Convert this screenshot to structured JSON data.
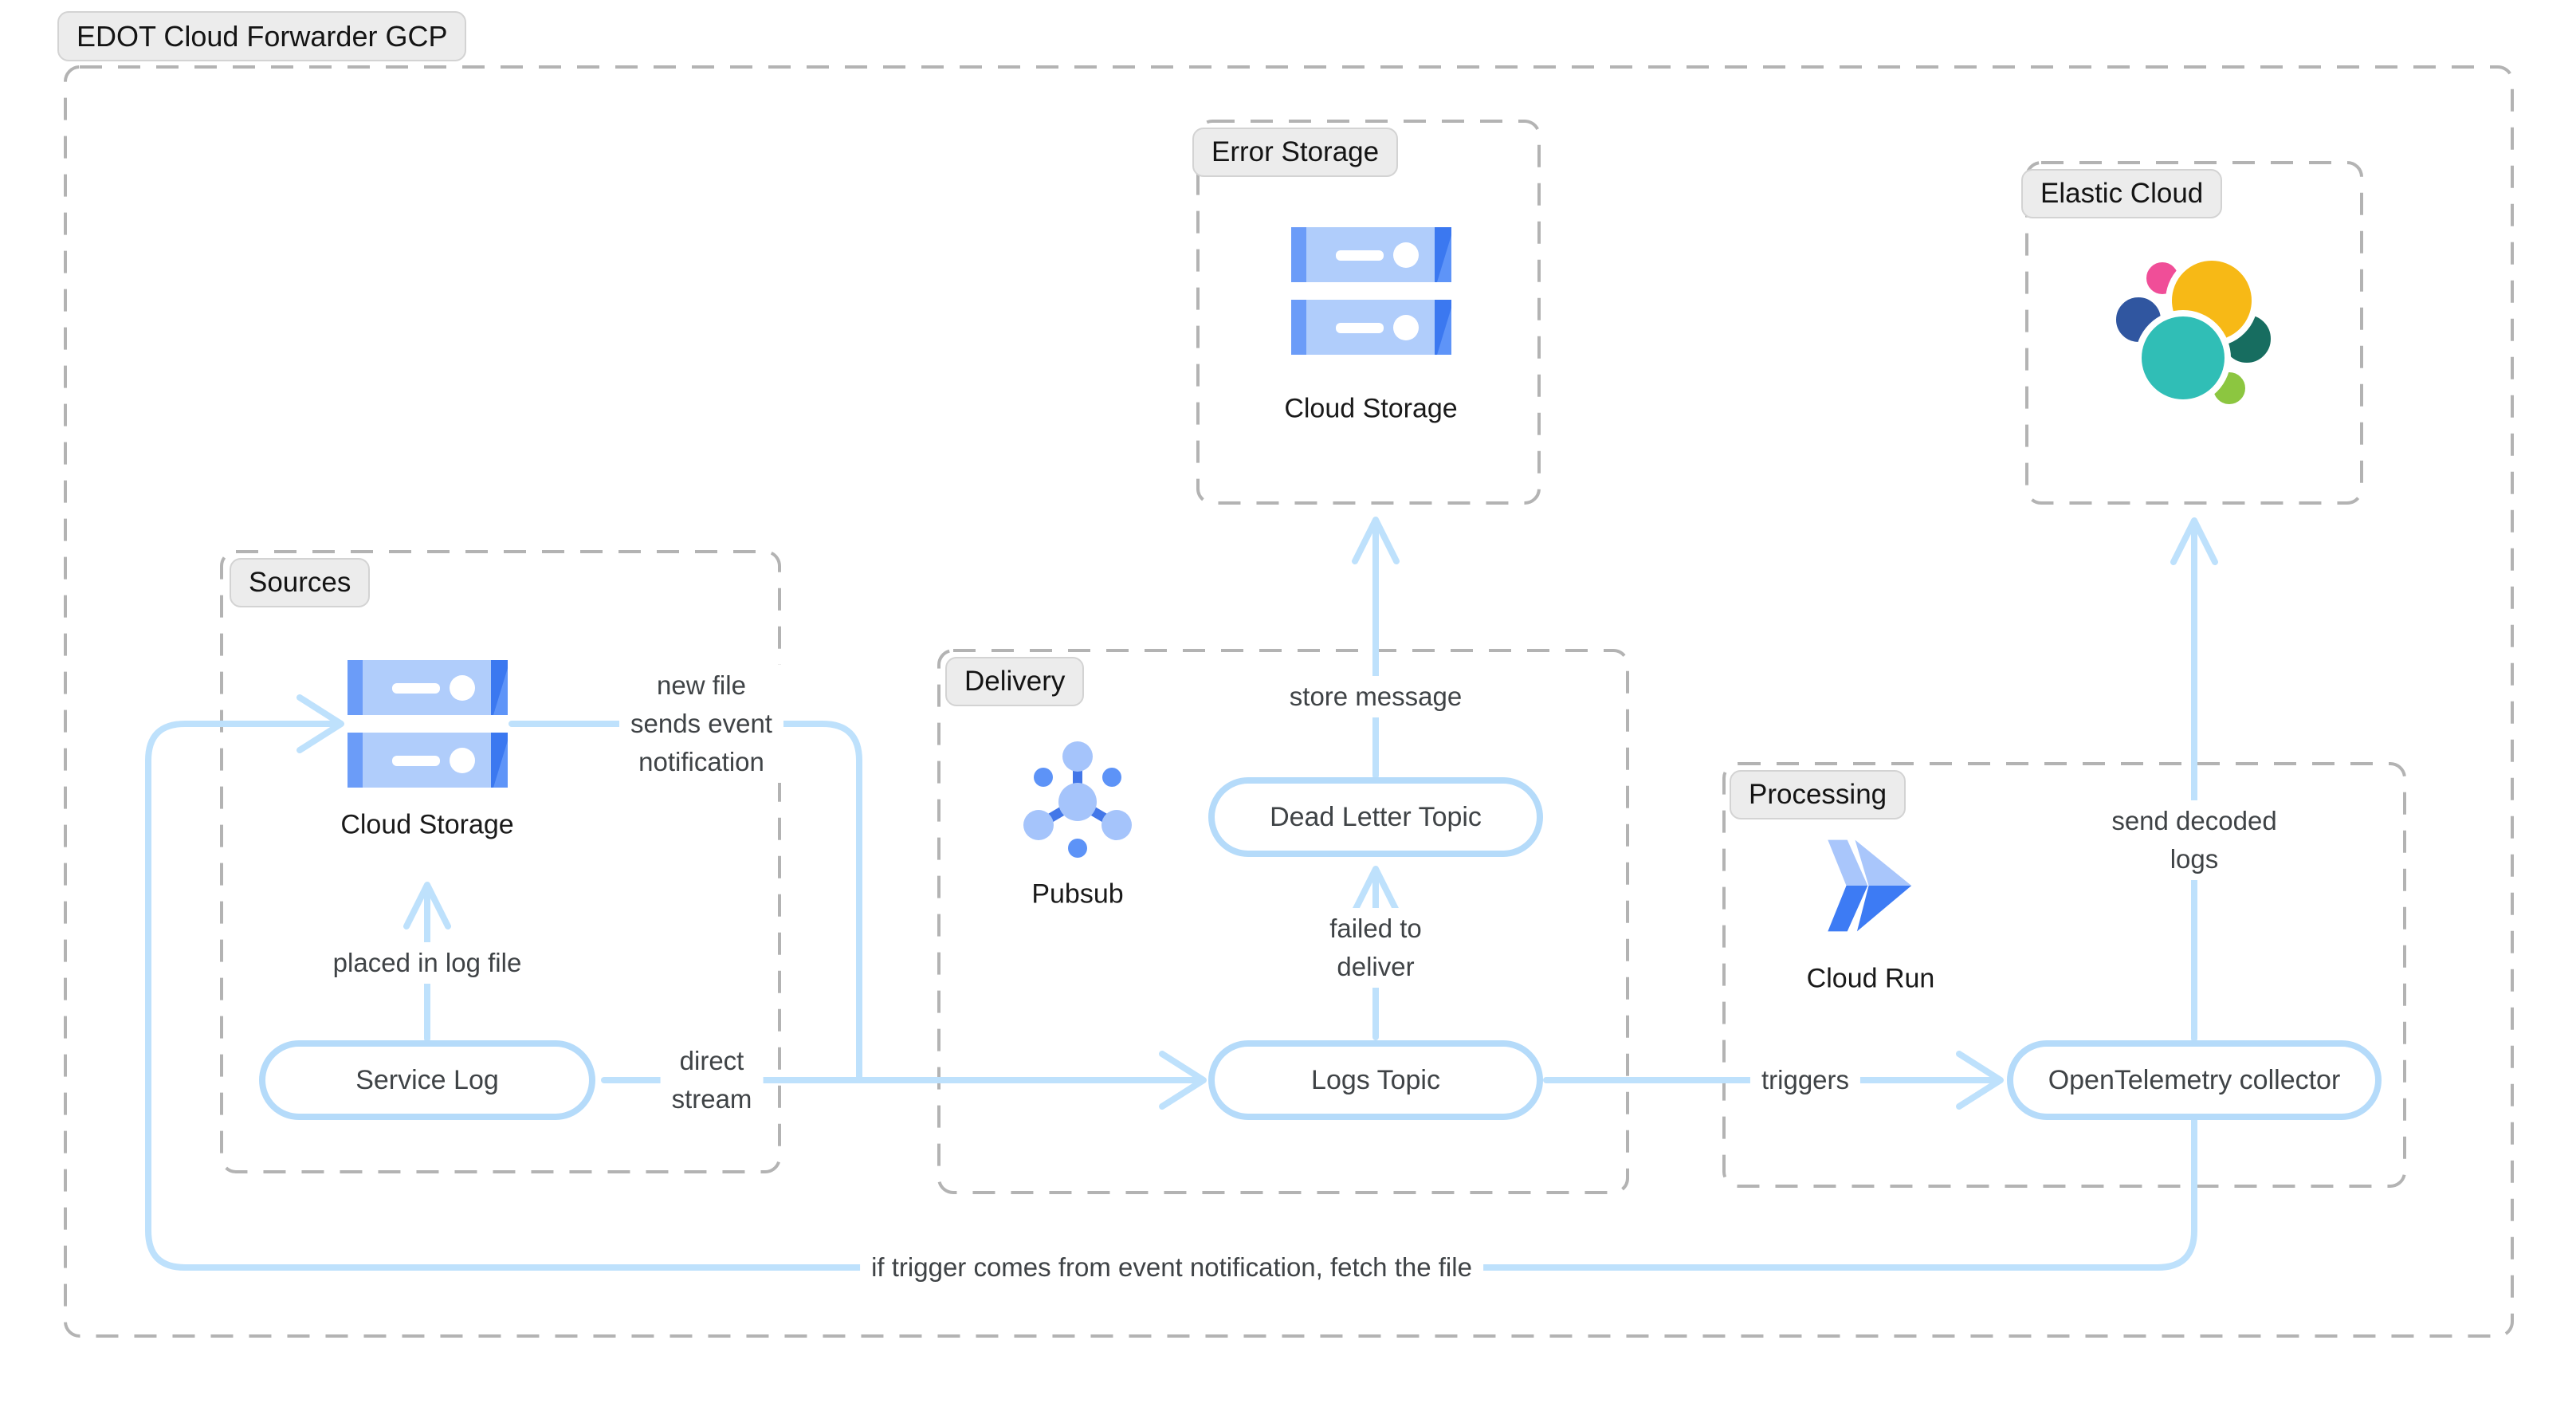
{
  "title": "EDOT Cloud Forwarder GCP",
  "groups": {
    "sources": {
      "label": "Sources"
    },
    "delivery": {
      "label": "Delivery"
    },
    "error_storage": {
      "label": "Error Storage"
    },
    "processing": {
      "label": "Processing"
    },
    "elastic_cloud": {
      "label": "Elastic Cloud"
    }
  },
  "services": {
    "sources_cloud_storage": {
      "caption": "Cloud Storage",
      "icon": "gcp-cloud-storage-icon"
    },
    "error_cloud_storage": {
      "caption": "Cloud Storage",
      "icon": "gcp-cloud-storage-icon"
    },
    "pubsub": {
      "caption": "Pubsub",
      "icon": "gcp-pubsub-icon"
    },
    "cloud_run": {
      "caption": "Cloud Run",
      "icon": "gcp-cloud-run-icon"
    },
    "elastic": {
      "icon": "elastic-logo"
    }
  },
  "nodes": {
    "service_log": {
      "label": "Service Log"
    },
    "dead_letter_topic": {
      "label": "Dead Letter Topic"
    },
    "logs_topic": {
      "label": "Logs Topic"
    },
    "otel_collector": {
      "label": "OpenTelemetry collector"
    }
  },
  "edge_labels": {
    "new_file_event": {
      "lines": [
        "new file",
        "sends event",
        "notification"
      ]
    },
    "placed_in_log_file": {
      "lines": [
        "placed in log file"
      ]
    },
    "direct_stream": {
      "lines": [
        "direct",
        "stream"
      ]
    },
    "store_message": {
      "lines": [
        "store message"
      ]
    },
    "failed_to_deliver": {
      "lines": [
        "failed to",
        "deliver"
      ]
    },
    "triggers": {
      "lines": [
        "triggers"
      ]
    },
    "send_decoded_logs": {
      "lines": [
        "send decoded",
        "logs"
      ]
    },
    "fetch_file": {
      "lines": [
        "if trigger comes from event notification, fetch the file"
      ]
    }
  },
  "colors": {
    "edge_blue": "#BEE1FC",
    "node_border_blue": "#B5DBFA",
    "group_border_gray": "#B3B3B3",
    "pill_bg": "#ECECEC",
    "pill_border": "#D3D3D3",
    "gcp_blue_strong": "#3B78F0",
    "gcp_blue_light": "#B0CDFB",
    "gcp_blue_medium": "#6B9CF8",
    "elastic_yellow": "#F7B916",
    "elastic_pink": "#F04E98",
    "elastic_navy": "#3056A0",
    "elastic_teal": "#30BEB6",
    "elastic_dark_green": "#176D60",
    "elastic_light_green": "#8CC640"
  }
}
